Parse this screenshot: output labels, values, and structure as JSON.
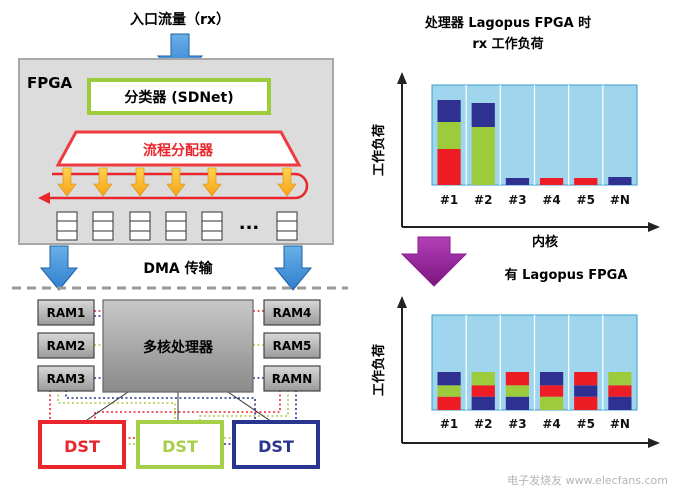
{
  "left": {
    "input_label": "入口流量（rx）",
    "fpga_label": "FPGA",
    "classifier_label": "分类器 (SDNet)",
    "distributor_label": "流程分配器",
    "ellipsis": "...",
    "dma_label": "DMA 传输",
    "cpu_label": "多核处理器",
    "ram_left": [
      "RAM1",
      "RAM2",
      "RAM3"
    ],
    "ram_right": [
      "RAM4",
      "RAM5",
      "RAMN"
    ],
    "dst_label": "DST",
    "dst_colors": [
      "#e8262b",
      "#a6cf48",
      "#2a3590"
    ]
  },
  "right": {
    "arrow_color": "#8b1a8f",
    "segment_colors": {
      "red": "#ee1c24",
      "green": "#9ccb3b",
      "blue": "#2e3192"
    },
    "watermark": "电子发烧友 www.elecfans.com",
    "chart_data": [
      {
        "type": "bar",
        "title": "处理器 Lagopus FPGA 时\nrx 工作负荷",
        "title_lines": [
          "处理器 Lagopus FPGA 时",
          "rx 工作负荷"
        ],
        "xlabel": "内核",
        "ylabel": "工作负荷",
        "categories": [
          "#1",
          "#2",
          "#3",
          "#4",
          "#5",
          "#N"
        ],
        "stacked": true,
        "ylim": [
          0,
          1
        ],
        "bars": [
          [
            {
              "color": "red",
              "value": 0.36
            },
            {
              "color": "green",
              "value": 0.27
            },
            {
              "color": "blue",
              "value": 0.22
            }
          ],
          [
            {
              "color": "green",
              "value": 0.58
            },
            {
              "color": "blue",
              "value": 0.24
            }
          ],
          [
            {
              "color": "blue",
              "value": 0.07
            }
          ],
          [
            {
              "color": "red",
              "value": 0.07
            }
          ],
          [
            {
              "color": "red",
              "value": 0.07
            }
          ],
          [
            {
              "color": "blue",
              "value": 0.08
            }
          ]
        ]
      },
      {
        "type": "bar",
        "title": "有 Lagopus FPGA",
        "title_lines": [
          "有 Lagopus FPGA"
        ],
        "xlabel": "",
        "ylabel": "工作负荷",
        "categories": [
          "#1",
          "#2",
          "#3",
          "#4",
          "#5",
          "#N"
        ],
        "stacked": true,
        "ylim": [
          0,
          1
        ],
        "bars": [
          [
            {
              "color": "red",
              "value": 0.14
            },
            {
              "color": "green",
              "value": 0.12
            },
            {
              "color": "blue",
              "value": 0.14
            }
          ],
          [
            {
              "color": "blue",
              "value": 0.14
            },
            {
              "color": "red",
              "value": 0.12
            },
            {
              "color": "green",
              "value": 0.14
            }
          ],
          [
            {
              "color": "blue",
              "value": 0.14
            },
            {
              "color": "green",
              "value": 0.12
            },
            {
              "color": "red",
              "value": 0.14
            }
          ],
          [
            {
              "color": "green",
              "value": 0.14
            },
            {
              "color": "red",
              "value": 0.12
            },
            {
              "color": "blue",
              "value": 0.14
            }
          ],
          [
            {
              "color": "red",
              "value": 0.14
            },
            {
              "color": "blue",
              "value": 0.12
            },
            {
              "color": "red",
              "value": 0.14
            }
          ],
          [
            {
              "color": "blue",
              "value": 0.14
            },
            {
              "color": "red",
              "value": 0.12
            },
            {
              "color": "green",
              "value": 0.14
            }
          ]
        ]
      }
    ]
  }
}
